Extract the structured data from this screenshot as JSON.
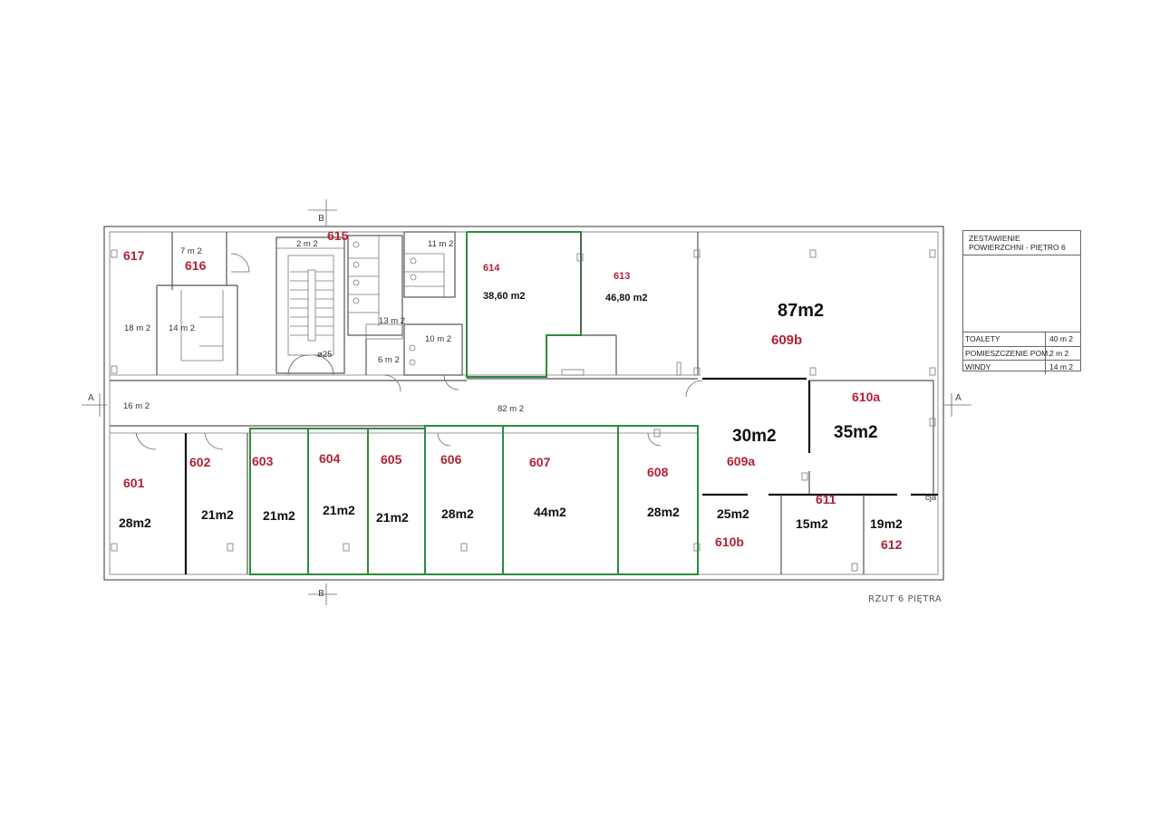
{
  "plan": {
    "caption": "RZUT 6  PIĘTRA",
    "section_a": "A",
    "section_b": "B",
    "stair_label": "ø25",
    "areas": {
      "r617_area_top": "7 m 2",
      "r18": "18 m 2",
      "r14": "14 m 2",
      "r16": "16 m 2",
      "r615_top": "2 m 2",
      "r11": "11 m 2",
      "r13": "13 m 2",
      "r10": "10 m 2",
      "r6": "6 m 2",
      "corridor": "82 m 2",
      "r614": "38,60 m2",
      "r613": "46,80 m2",
      "r609b": "87m2",
      "r609a": "30m2",
      "r610a": "35m2",
      "r601": "28m2",
      "r602": "21m2",
      "r603": "21m2",
      "r604": "21m2",
      "r605": "21m2",
      "r606": "28m2",
      "r607": "44m2",
      "r608": "28m2",
      "r610b": "25m2",
      "r611": "15m2",
      "r612": "19m2",
      "misc": "cja"
    },
    "rooms": {
      "r617": "617",
      "r616": "616",
      "r615": "615",
      "r614": "614",
      "r613": "613",
      "r609b": "609b",
      "r610a": "610a",
      "r609a": "609a",
      "r601": "601",
      "r602": "602",
      "r603": "603",
      "r604": "604",
      "r605": "605",
      "r606": "606",
      "r607": "607",
      "r608": "608",
      "r610b": "610b",
      "r611": "611",
      "r612": "612"
    }
  },
  "legend": {
    "title": "ZESTAWIENIE POWIERZCHNI - PIĘTRO 6",
    "rows": [
      {
        "label": "TOALETY",
        "value": "40 m 2"
      },
      {
        "label": "POMIESZCZENIE POM.",
        "value": "2 m 2"
      },
      {
        "label": "WINDY",
        "value": "14 m 2"
      }
    ]
  },
  "colors": {
    "room_label": "#b22234",
    "highlight_outline": "#2e8b3a",
    "walls": "#555555"
  }
}
